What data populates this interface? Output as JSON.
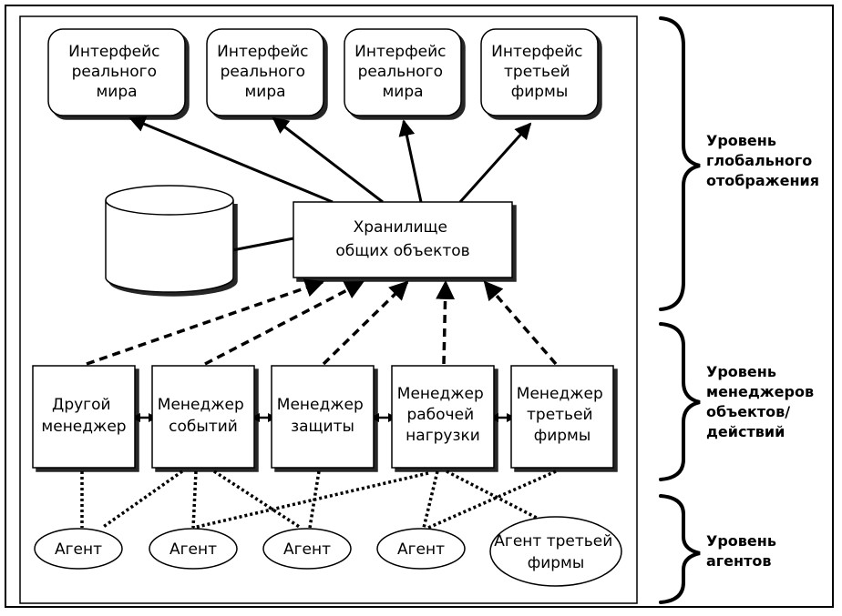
{
  "interfaces": [
    {
      "lines": [
        "Интерфейс",
        "реального",
        "мира"
      ]
    },
    {
      "lines": [
        "Интерфейс",
        "реального",
        "мира"
      ]
    },
    {
      "lines": [
        "Интерфейс",
        "реального",
        "мира"
      ]
    },
    {
      "lines": [
        "Интерфейс",
        "третьей",
        "фирмы"
      ]
    }
  ],
  "repository": {
    "lines": [
      "Хранилище",
      "общих объектов"
    ]
  },
  "managers": [
    {
      "lines": [
        "Другой",
        "менеджер"
      ]
    },
    {
      "lines": [
        "Менеджер",
        "событий"
      ]
    },
    {
      "lines": [
        "Менеджер",
        "защиты"
      ]
    },
    {
      "lines": [
        "Менеджер",
        "рабочей",
        "нагрузки"
      ]
    },
    {
      "lines": [
        "Менеджер",
        "третьей",
        "фирмы"
      ]
    }
  ],
  "agents": [
    {
      "lines": [
        "Агент"
      ]
    },
    {
      "lines": [
        "Агент"
      ]
    },
    {
      "lines": [
        "Агент"
      ]
    },
    {
      "lines": [
        "Агент"
      ]
    },
    {
      "lines": [
        "Агент третьей",
        "фирмы"
      ]
    }
  ],
  "levels": [
    {
      "lines": [
        "Уровень",
        "глобального",
        "отображения"
      ]
    },
    {
      "lines": [
        "Уровень",
        "менеджеров",
        "объектов/",
        "действий"
      ]
    },
    {
      "lines": [
        "Уровень",
        "агентов"
      ]
    }
  ]
}
